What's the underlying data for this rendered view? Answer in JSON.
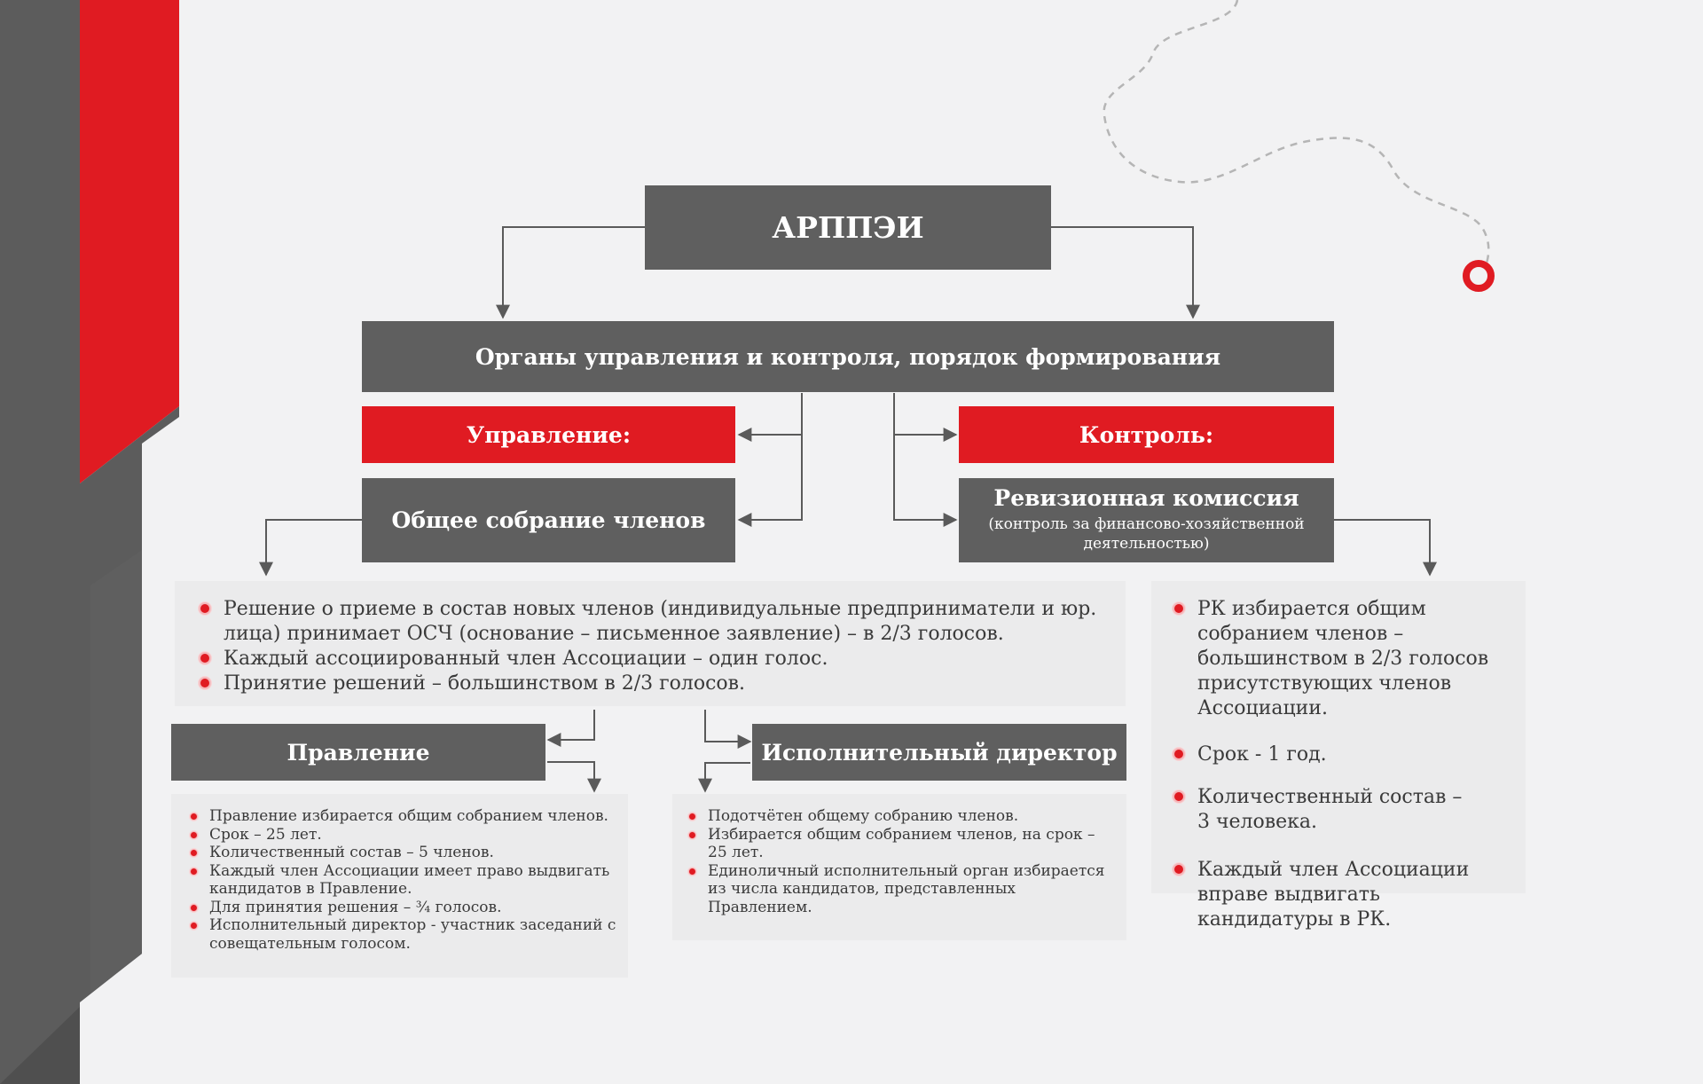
{
  "colors": {
    "accent": "#e01b22",
    "box": "#5f5f5f",
    "panel": "#ebebec",
    "text": "#3a3a3a"
  },
  "top": {
    "title": "АРППЭИ"
  },
  "bodies": {
    "title": "Органы управления и контроля, порядок формирования"
  },
  "management": {
    "label": "Управление:",
    "assembly": "Общее собрание членов",
    "items": [
      "Решение о приеме в состав новых членов (индивидуальные предприниматели и юр. лица) принимает ОСЧ (основание – письменное заявление) – в 2/3 голосов.",
      "Каждый ассоциированный член Ассоциации – один голос.",
      "Принятие решений – большинством в 2/3 голосов."
    ]
  },
  "control": {
    "label": "Контроль:",
    "commission_title": "Ревизионная комиссия",
    "commission_subtitle": "(контроль за финансово-хозяйственной деятельностью)",
    "items": [
      "РК избирается общим собранием членов – большинством в 2/3 голосов присутствующих членов Ассоциации.",
      "Срок - 1 год.",
      "Количественный состав – 3 человека.",
      "Каждый член Ассоциации вправе выдвигать кандидатуры в РК."
    ]
  },
  "board": {
    "label": "Правление",
    "items": [
      "Правление избирается общим собранием членов.",
      "Срок – 25 лет.",
      "Количественный состав – 5 членов.",
      "Каждый член Ассоциации имеет право выдвигать кандидатов в Правление.",
      "Для принятия решения – ¾ голосов.",
      "Исполнительный директор - участник заседаний с совещательным голосом."
    ]
  },
  "director": {
    "label": "Исполнительный директор",
    "items": [
      "Подотчётен общему собранию членов.",
      "Избирается общим собранием членов, на срок – 25 лет.",
      "Единоличный исполнительный орган избирается из числа кандидатов, представленных Правлением."
    ]
  }
}
